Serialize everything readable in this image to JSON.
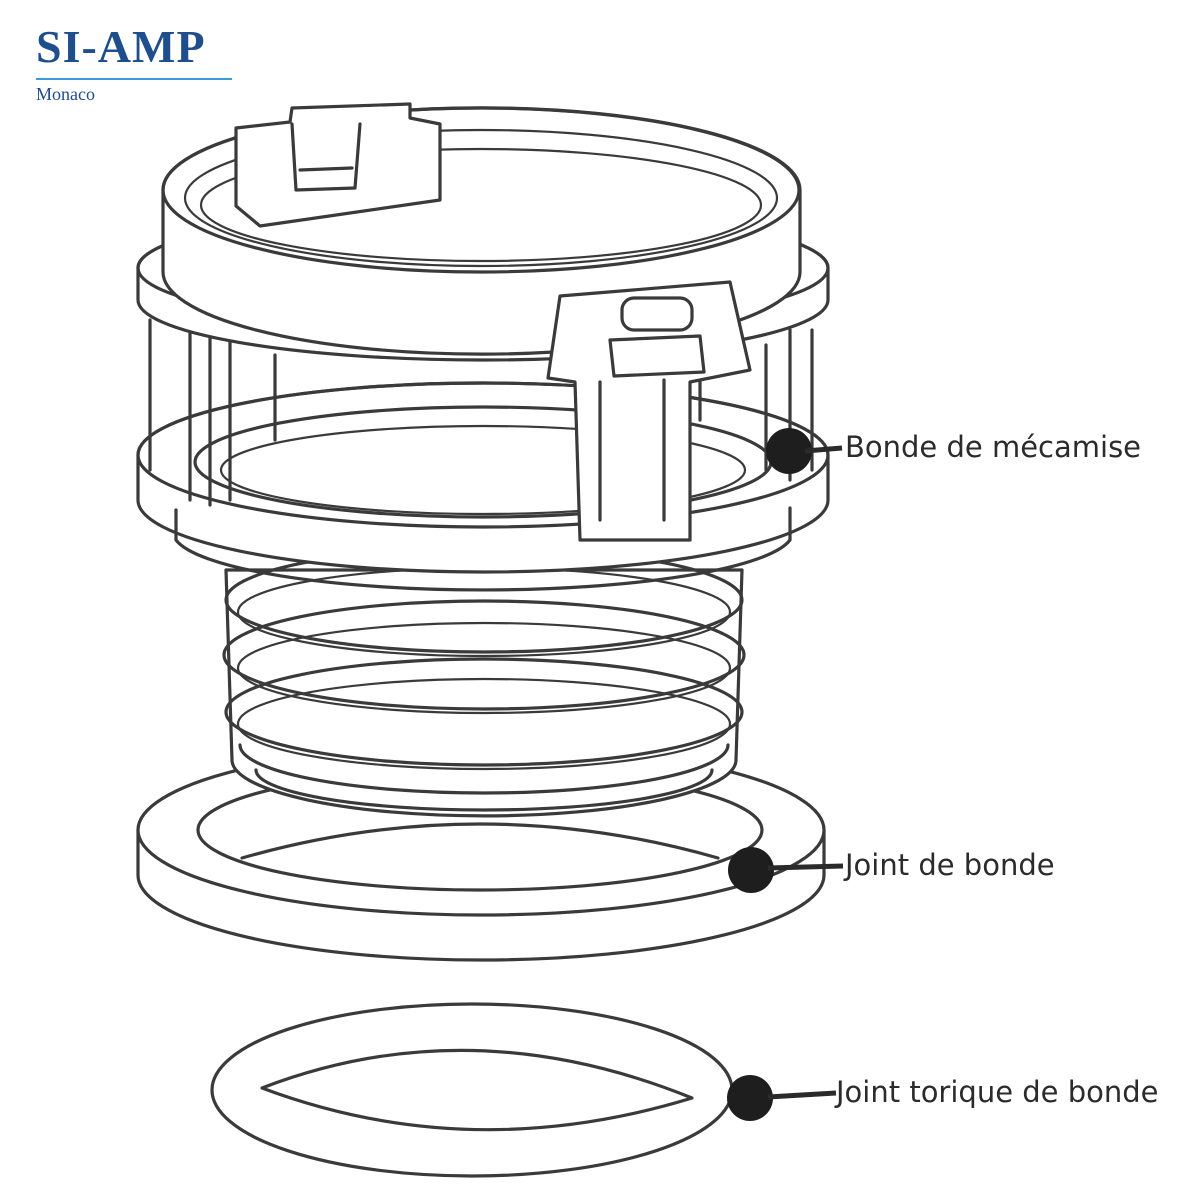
{
  "brand": {
    "name": "SI‑AMP",
    "subtitle": "Monaco",
    "color": "#1f4e8c",
    "accent": "#3a9bd5"
  },
  "diagram": {
    "callouts": [
      {
        "id": "bonde",
        "label": "Bonde de mécamise"
      },
      {
        "id": "joint",
        "label": "Joint de bonde"
      },
      {
        "id": "torique",
        "label": "Joint torique de bonde"
      }
    ]
  }
}
